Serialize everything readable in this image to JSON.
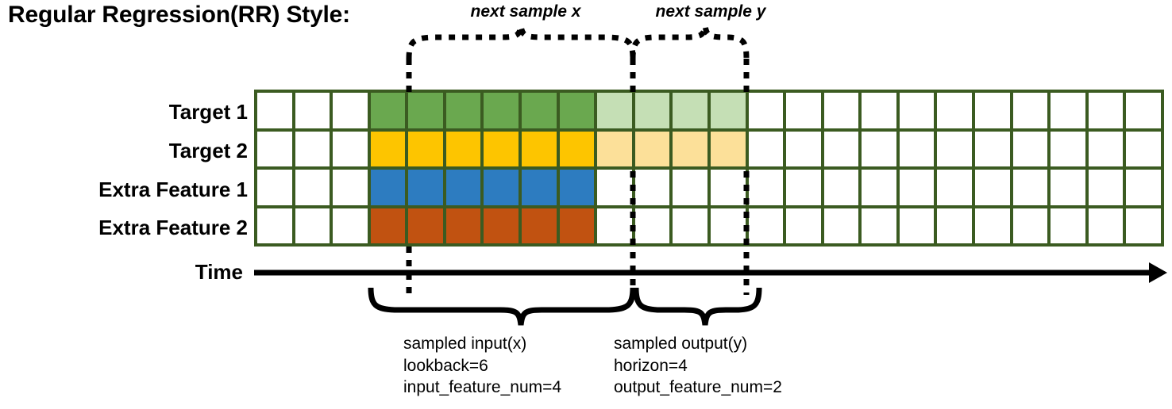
{
  "title": "Regular Regression(RR) Style:",
  "row_labels": [
    "Target 1",
    "Target 2",
    "Extra Feature 1",
    "Extra Feature 2"
  ],
  "time_axis_label": "Time",
  "top_braces": [
    {
      "label": "next sample x"
    },
    {
      "label": "next sample y"
    }
  ],
  "bottom_annotations": [
    {
      "title": "sampled input(x)",
      "line2": "lookback=6",
      "line3": "input_feature_num=4"
    },
    {
      "title": "sampled output(y)",
      "line2": "horizon=4",
      "line3": "output_feature_num=2"
    }
  ],
  "colors": {
    "grid_border": "#3b5b21",
    "target1_strong": "#6aa84f",
    "target1_light": "#c5dfb5",
    "target2_strong": "#fdc500",
    "target2_light": "#fce099",
    "extra1": "#2d7cc0",
    "extra2": "#c15211",
    "empty": "#ffffff",
    "ink": "#000000"
  },
  "chart_data": {
    "type": "heatmap",
    "title": "Regular Regression(RR) Style:",
    "xlabel": "Time",
    "columns_total": 24,
    "lookback": 6,
    "horizon": 4,
    "input_feature_num": 4,
    "output_feature_num": 2,
    "input_window_start_col": 4,
    "input_window_end_col": 9,
    "output_window_start_col": 10,
    "output_window_end_col": 13,
    "rows": [
      {
        "name": "Target 1",
        "fills": [
          "empty",
          "empty",
          "empty",
          "target1_strong",
          "target1_strong",
          "target1_strong",
          "target1_strong",
          "target1_strong",
          "target1_strong",
          "target1_light",
          "target1_light",
          "target1_light",
          "target1_light",
          "empty",
          "empty",
          "empty",
          "empty",
          "empty",
          "empty",
          "empty",
          "empty",
          "empty",
          "empty",
          "empty"
        ]
      },
      {
        "name": "Target 2",
        "fills": [
          "empty",
          "empty",
          "empty",
          "target2_strong",
          "target2_strong",
          "target2_strong",
          "target2_strong",
          "target2_strong",
          "target2_strong",
          "target2_light",
          "target2_light",
          "target2_light",
          "target2_light",
          "empty",
          "empty",
          "empty",
          "empty",
          "empty",
          "empty",
          "empty",
          "empty",
          "empty",
          "empty",
          "empty"
        ]
      },
      {
        "name": "Extra Feature 1",
        "fills": [
          "empty",
          "empty",
          "empty",
          "extra1",
          "extra1",
          "extra1",
          "extra1",
          "extra1",
          "extra1",
          "empty",
          "empty",
          "empty",
          "empty",
          "empty",
          "empty",
          "empty",
          "empty",
          "empty",
          "empty",
          "empty",
          "empty",
          "empty",
          "empty",
          "empty"
        ]
      },
      {
        "name": "Extra Feature 2",
        "fills": [
          "empty",
          "empty",
          "empty",
          "extra2",
          "extra2",
          "extra2",
          "extra2",
          "extra2",
          "extra2",
          "empty",
          "empty",
          "empty",
          "empty",
          "empty",
          "empty",
          "empty",
          "empty",
          "empty",
          "empty",
          "empty",
          "empty",
          "empty",
          "empty",
          "empty"
        ]
      }
    ],
    "annotations": [
      "next sample x",
      "next sample y",
      "sampled input(x) lookback=6 input_feature_num=4",
      "sampled output(y) horizon=4 output_feature_num=2"
    ]
  }
}
